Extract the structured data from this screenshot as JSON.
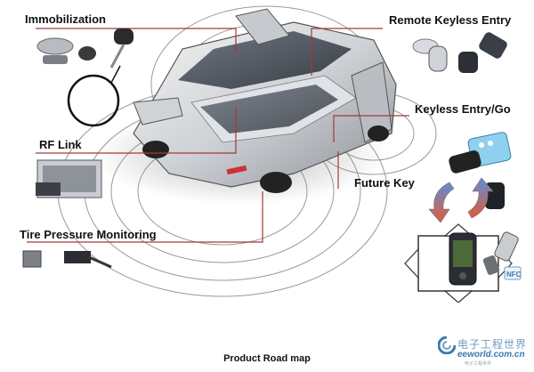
{
  "diagram": {
    "labels": {
      "immobilization": "Immobilization",
      "rf_link": "RF Link",
      "tire_pressure": "Tire Pressure Monitoring",
      "remote_keyless": "Remote Keyless Entry",
      "keyless_go": "Keyless Entry/Go",
      "future_key": "Future Key"
    },
    "nfc_tag": "NFC"
  },
  "caption": "Product Road map",
  "watermark": {
    "chinese": "电子工程世界",
    "url": "eeworld.com.cn",
    "sub": "电子工程世界"
  },
  "colors": {
    "callout_line": "#a23a3a",
    "rings": "#9a9a9a",
    "arrow_gradient_top": "#5b8fd6",
    "arrow_gradient_bottom": "#e35a3a"
  }
}
